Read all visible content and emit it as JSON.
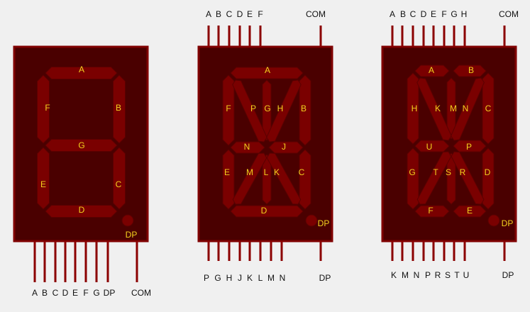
{
  "colors": {
    "background": "#f0f0f0",
    "body": "#4a0000",
    "border": "#800000",
    "segment": "#7a0000",
    "segment_edge": "#5a0000",
    "pin": "#8b0000",
    "seg_label": "#f2d21e",
    "pin_label": "#111111"
  },
  "displays": [
    {
      "id": "7seg",
      "top_pins": [],
      "bottom_pins": [
        "A",
        "B",
        "C",
        "D",
        "E",
        "F",
        "G",
        "DP",
        "COM"
      ],
      "segment_labels": [
        "A",
        "B",
        "C",
        "D",
        "E",
        "F",
        "G"
      ],
      "dp_label": "DP"
    },
    {
      "id": "14seg",
      "top_pins": [
        "A",
        "B",
        "C",
        "D",
        "E",
        "F",
        "COM"
      ],
      "bottom_pins": [
        "P",
        "G",
        "H",
        "J",
        "K",
        "L",
        "M",
        "N",
        "DP"
      ],
      "segment_labels": [
        "A",
        "B",
        "C",
        "D",
        "E",
        "F",
        "G",
        "H",
        "J",
        "K",
        "L",
        "M",
        "N",
        "P"
      ],
      "dp_label": "DP"
    },
    {
      "id": "16seg",
      "top_pins": [
        "A",
        "B",
        "C",
        "D",
        "E",
        "F",
        "G",
        "H",
        "COM"
      ],
      "bottom_pins": [
        "K",
        "M",
        "N",
        "P",
        "R",
        "S",
        "T",
        "U",
        "DP"
      ],
      "segment_labels": [
        "A",
        "B",
        "C",
        "D",
        "E",
        "F",
        "G",
        "H",
        "K",
        "M",
        "N",
        "P",
        "R",
        "S",
        "T",
        "U"
      ],
      "dp_label": "DP"
    }
  ]
}
